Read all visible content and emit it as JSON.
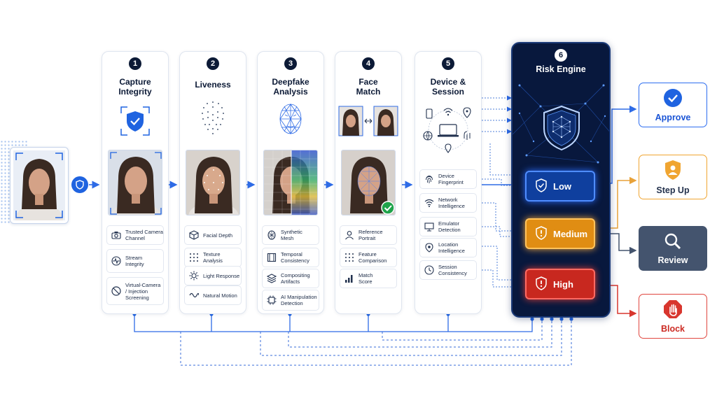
{
  "stages": [
    {
      "num": "1",
      "title": "Capture\nIntegrity",
      "features": [
        {
          "icon": "camera-icon",
          "label": "Trusted Camera\nChannel"
        },
        {
          "icon": "pulse-icon",
          "label": "Stream\nIntegrity"
        },
        {
          "icon": "ban-icon",
          "label": "Virtual-Camera\n/ Injection\nScreening"
        }
      ]
    },
    {
      "num": "2",
      "title": "Liveness",
      "features": [
        {
          "icon": "cube-icon",
          "label": "Facial Depth"
        },
        {
          "icon": "grid-dots-icon",
          "label": "Texture\nAnalysis"
        },
        {
          "icon": "sun-icon",
          "label": "Light Response"
        },
        {
          "icon": "wave-icon",
          "label": "Natural Motion"
        }
      ]
    },
    {
      "num": "3",
      "title": "Deepfake\nAnalysis",
      "features": [
        {
          "icon": "mesh-face-icon",
          "label": "Synthetic\nMesh"
        },
        {
          "icon": "film-icon",
          "label": "Temporal\nConsistency"
        },
        {
          "icon": "layers-icon",
          "label": "Compositing\nArtifacts"
        },
        {
          "icon": "ai-chip-icon",
          "label": "AI Manipulation\nDetection"
        }
      ]
    },
    {
      "num": "4",
      "title": "Face\nMatch",
      "features": [
        {
          "icon": "person-icon",
          "label": "Reference\nPortrait"
        },
        {
          "icon": "grid-dots-icon",
          "label": "Feature\nComparison"
        },
        {
          "icon": "bar-chart-icon",
          "label": "Match\nScore"
        }
      ]
    },
    {
      "num": "5",
      "title": "Device &\nSession",
      "features": [
        {
          "icon": "fingerprint-icon",
          "label": "Device\nFingerprint"
        },
        {
          "icon": "wifi-icon",
          "label": "Network\nIntelligence"
        },
        {
          "icon": "monitor-icon",
          "label": "Emulator\nDetection"
        },
        {
          "icon": "location-pin-icon",
          "label": "Location\nIntelligence"
        },
        {
          "icon": "clock-icon",
          "label": "Session\nConsistency"
        }
      ]
    }
  ],
  "engine": {
    "num": "6",
    "title": "Risk Engine"
  },
  "risk_levels": {
    "low": "Low",
    "medium": "Medium",
    "high": "High"
  },
  "outcomes": {
    "approve": "Approve",
    "step_up": "Step Up",
    "review": "Review",
    "block": "Block"
  },
  "colors": {
    "navy": "#0c1a36",
    "blue": "#1f63e0",
    "amber": "#e08d13",
    "red": "#c8281f",
    "slate": "#44546e"
  }
}
